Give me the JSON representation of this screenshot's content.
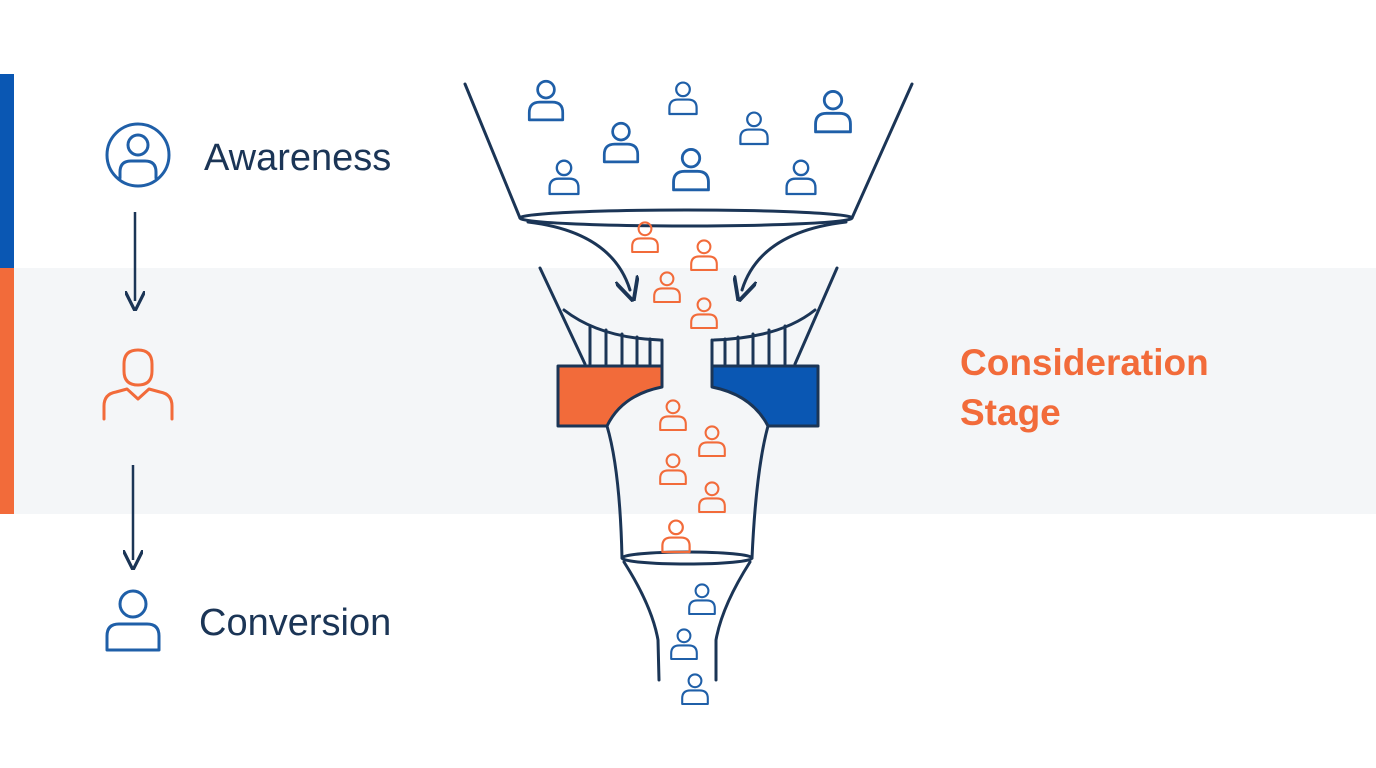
{
  "stages": [
    {
      "id": "awareness",
      "label": "Awareness",
      "icon": "person-circle-icon"
    },
    {
      "id": "consideration",
      "label": "",
      "icon": "person-outline-icon"
    },
    {
      "id": "conversion",
      "label": "Conversion",
      "icon": "person-icon"
    }
  ],
  "highlight": {
    "line1": "Consideration",
    "line2": "Stage"
  },
  "colors": {
    "navy": "#1b3556",
    "blue": "#1f5fa8",
    "orange": "#f26b3a",
    "band": "#f4f6f8",
    "accent_blue": "#0a57b3"
  }
}
